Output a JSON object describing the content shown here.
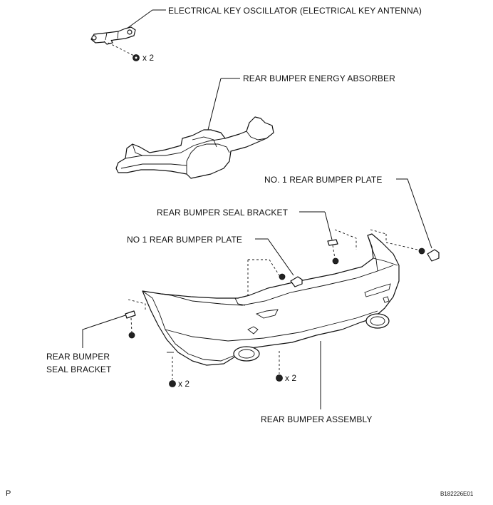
{
  "labels": {
    "electrical_key_oscillator": "ELECTRICAL KEY OSCILLATOR (ELECTRICAL KEY ANTENNA)",
    "energy_absorber": "REAR BUMPER ENERGY ABSORBER",
    "plate_right": "NO. 1 REAR BUMPER PLATE",
    "seal_bracket_top": "REAR BUMPER SEAL BRACKET",
    "plate_left": "NO  1 REAR BUMPER PLATE",
    "seal_bracket_left_line1": "REAR BUMPER",
    "seal_bracket_left_line2": "SEAL BRACKET",
    "bumper_assembly": "REAR BUMPER ASSEMBLY"
  },
  "quantities": {
    "oscillator_nut": "x 2",
    "left_screw": "x 2",
    "right_screw": "x 2"
  },
  "footer": {
    "corner_mark": "P",
    "figure_id": "B182226E01"
  },
  "colors": {
    "line": "#111111",
    "background": "#ffffff"
  }
}
